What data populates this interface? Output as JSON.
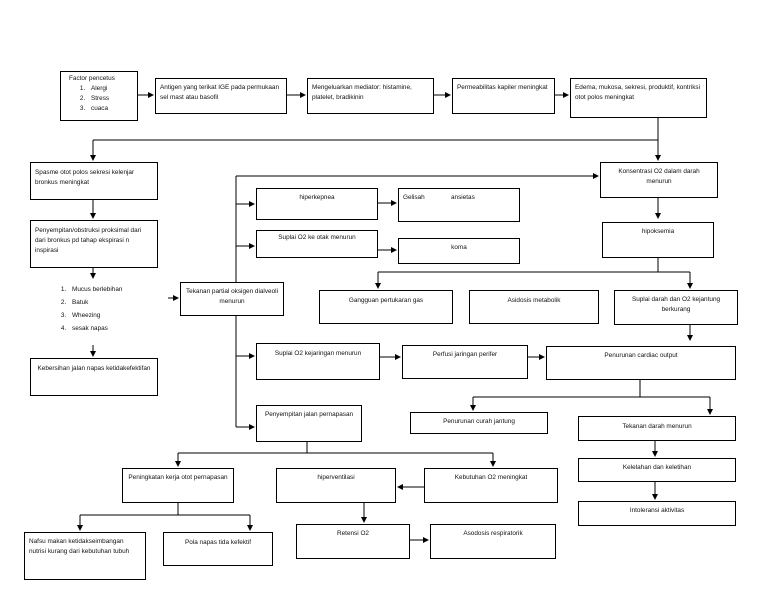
{
  "nodes": {
    "factor_title": "Factor pencetus",
    "factor_items": [
      "Alergi",
      "Stress",
      "cuaca"
    ],
    "antigen": "Antigen yang terikat IGE pada permukaan sel mast atau basofil",
    "mediator": "Mengeluarkan mediator: histamine, platelet, bradikinin",
    "permeabilitas": "Permeabilitas kapiler meningkat",
    "edema": "Edema, mukosa, sekresi, produktif, kontriksi otot polos meningkat",
    "spasme": "Spasme otot polos sekresi kelenjar bronkus meningkat",
    "penyempitan_obstruksi": "Penyempitan/obstruksi proksimal dari dari bronkus pd tahap ekspirasi n inspirasi",
    "gejala_items": [
      "Mucus berlebihan",
      "Batuk",
      "Wheezing",
      "sesak napas"
    ],
    "kebersihan": "Kebersihan jalan napas ketidakefektifan",
    "tekanan_parsial": "Tekanan partial oksigen dialveoli menurun",
    "hiperkepnea": "hiperkepnea",
    "gelisah": "Gelisah",
    "ansietas": "ansietas",
    "suplai_otak": "Suplai O2 ke otak menurun",
    "koma": "koma",
    "konsentrasi": "Konsentrasi O2 dalam darah menurun",
    "hipoksemia": "hipoksemia",
    "gangguan": "Gangguan pertukaran gas",
    "asidosis_metabolik": "Asidosis metabolik",
    "suplai_jantung": "Suplai darah dan O2 kejantung berkurang",
    "suplai_jaringan": "Suplai O2 kejaringan menurun",
    "perfusi": "Perfusi jaringan perifer",
    "penurunan_co": "Penurunan cardiac output",
    "penyempitan_jalan": "Penyempitan jalan pernapasan",
    "penurunan_curah": "Penurunan curah jantung",
    "tekanan_darah": "Tekanan darah menurun",
    "peningkatan_kerja": "Peningkatan kerja otot pernapasan",
    "hiperventilasi": "hiperventilasi",
    "kebutuhan_o2": "Kebutuhan O2 meningkat",
    "kelelahan": "Kelelahan dan keletihan",
    "intoleransi": "Intoleransi aktivitas",
    "nafsu": "Nafsu makan ketidakseimbangan nutrisi kurang dari kebutuhan tubuh",
    "pola_napas": "Pola napas tida kefektif",
    "retensi": "Retensi O2",
    "asidosis_respiratorik": "Asodosis respiratorik"
  }
}
